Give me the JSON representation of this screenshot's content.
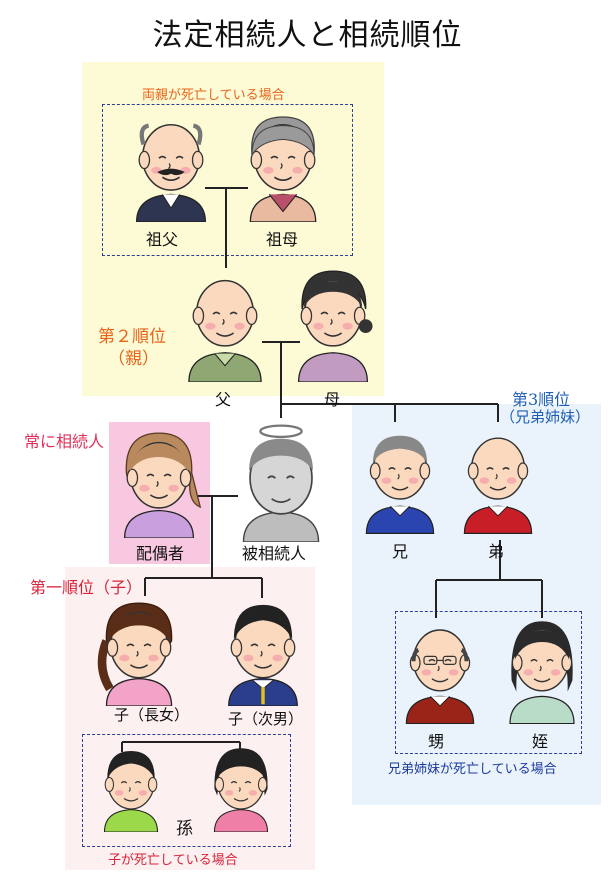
{
  "title": "法定相続人と相続順位",
  "zones": {
    "parents": {
      "rank_line1": "第２順位",
      "rank_line2": "（親）",
      "caption": "両親が死亡している場合"
    },
    "spouse": {
      "rank": "常に相続人"
    },
    "children": {
      "rank": "第一順位（子）",
      "caption": "子が死亡している場合"
    },
    "siblings": {
      "rank_line1": "第3順位",
      "rank_line2": "（兄弟姉妹）",
      "caption": "兄弟姉妹が死亡している場合"
    }
  },
  "people": {
    "grandfather": "祖父",
    "grandmother": "祖母",
    "father": "父",
    "mother": "母",
    "spouse": "配偶者",
    "deceased": "被相続人",
    "older_brother": "兄",
    "younger_brother": "弟",
    "eldest_daughter": "子（長女）",
    "second_son": "子（次男）",
    "grandchildren": "孫",
    "nephew": "甥",
    "niece": "姪"
  },
  "colors": {
    "parents_zone": "#fdfbd5",
    "spouse_zone": "#f7c8e0",
    "children_zone": "#fdf0f0",
    "siblings_zone": "#eaf3fc"
  }
}
